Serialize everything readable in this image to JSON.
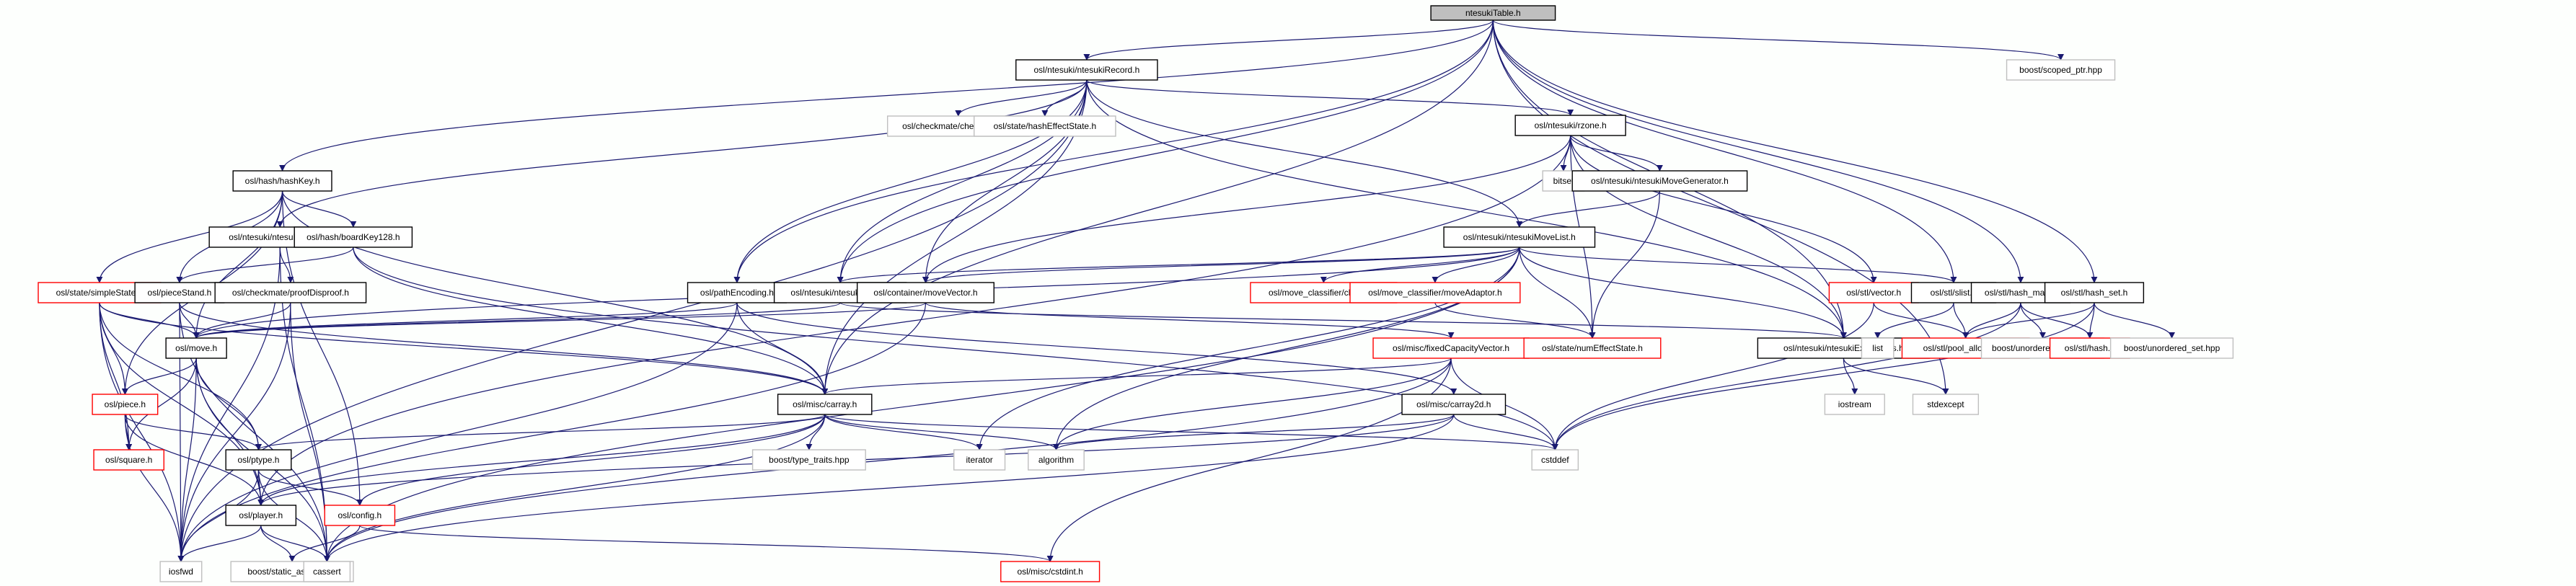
{
  "diagram": {
    "type": "include-dependency-graph",
    "root": "ntesukiTable.h",
    "colors": {
      "edge": "#191970",
      "root_fill": "#bfbfbf",
      "documented_border": "#000000",
      "truncated_border": "#ff0000",
      "external_border": "#bfbfbf",
      "background": "#fdfffd"
    },
    "nodes": [
      {
        "id": "root",
        "label": "ntesukiTable.h",
        "kind": "root"
      },
      {
        "id": "ntesukiRecord",
        "label": "osl/ntesuki/ntesukiRecord.h",
        "kind": "normal"
      },
      {
        "id": "scoped_ptr",
        "label": "boost/scoped_ptr.hpp",
        "kind": "ext"
      },
      {
        "id": "hashKey",
        "label": "osl/hash/hashKey.h",
        "kind": "normal"
      },
      {
        "id": "checkAssert",
        "label": "osl/checkmate/checkAssert.h",
        "kind": "ext"
      },
      {
        "id": "hashEffectState",
        "label": "osl/state/hashEffectState.h",
        "kind": "ext"
      },
      {
        "id": "rzone",
        "label": "osl/ntesuki/rzone.h",
        "kind": "normal"
      },
      {
        "id": "ntesukiResult",
        "label": "osl/ntesuki/ntesukiResult.h",
        "kind": "normal"
      },
      {
        "id": "boardKey128",
        "label": "osl/hash/boardKey128.h",
        "kind": "normal"
      },
      {
        "id": "bitset",
        "label": "bitset",
        "kind": "ext"
      },
      {
        "id": "ntesukiMoveGenerator",
        "label": "osl/ntesuki/ntesukiMoveGenerator.h",
        "kind": "normal"
      },
      {
        "id": "ntesukiMoveList",
        "label": "osl/ntesuki/ntesukiMoveList.h",
        "kind": "normal"
      },
      {
        "id": "simpleState",
        "label": "osl/state/simpleState.h",
        "kind": "red"
      },
      {
        "id": "pieceStand",
        "label": "osl/pieceStand.h",
        "kind": "normal"
      },
      {
        "id": "proofDisproof",
        "label": "osl/checkmate/proofDisproof.h",
        "kind": "normal"
      },
      {
        "id": "pathEncoding",
        "label": "osl/pathEncoding.h",
        "kind": "normal"
      },
      {
        "id": "ntesukiMove",
        "label": "osl/ntesuki/ntesukiMove.h",
        "kind": "normal"
      },
      {
        "id": "moveVector",
        "label": "osl/container/moveVector.h",
        "kind": "normal"
      },
      {
        "id": "check_",
        "label": "osl/move_classifier/check_.h",
        "kind": "red"
      },
      {
        "id": "moveAdaptor",
        "label": "osl/move_classifier/moveAdaptor.h",
        "kind": "red"
      },
      {
        "id": "stlvector",
        "label": "osl/stl/vector.h",
        "kind": "red"
      },
      {
        "id": "slist",
        "label": "osl/stl/slist.h",
        "kind": "normal"
      },
      {
        "id": "hash_map",
        "label": "osl/stl/hash_map.h",
        "kind": "normal"
      },
      {
        "id": "hash_set",
        "label": "osl/stl/hash_set.h",
        "kind": "normal"
      },
      {
        "id": "move",
        "label": "osl/move.h",
        "kind": "normal"
      },
      {
        "id": "fixedCapacityVector",
        "label": "osl/misc/fixedCapacityVector.h",
        "kind": "red"
      },
      {
        "id": "numEffectState",
        "label": "osl/state/numEffectState.h",
        "kind": "red"
      },
      {
        "id": "ntesukiExceptions",
        "label": "osl/ntesuki/ntesukiExceptions.h",
        "kind": "normal"
      },
      {
        "id": "list",
        "label": "list",
        "kind": "ext"
      },
      {
        "id": "pool_allocator",
        "label": "osl/stl/pool_allocator.h",
        "kind": "red"
      },
      {
        "id": "unordered_map",
        "label": "boost/unordered_map.hpp",
        "kind": "ext"
      },
      {
        "id": "stlhash",
        "label": "osl/stl/hash.h",
        "kind": "red"
      },
      {
        "id": "unordered_set",
        "label": "boost/unordered_set.hpp",
        "kind": "ext"
      },
      {
        "id": "piece",
        "label": "osl/piece.h",
        "kind": "red"
      },
      {
        "id": "carray",
        "label": "osl/misc/carray.h",
        "kind": "normal"
      },
      {
        "id": "carray2d",
        "label": "osl/misc/carray2d.h",
        "kind": "normal"
      },
      {
        "id": "iostream",
        "label": "iostream",
        "kind": "ext"
      },
      {
        "id": "stdexcept",
        "label": "stdexcept",
        "kind": "ext"
      },
      {
        "id": "square",
        "label": "osl/square.h",
        "kind": "red"
      },
      {
        "id": "ptype",
        "label": "osl/ptype.h",
        "kind": "normal"
      },
      {
        "id": "type_traits",
        "label": "boost/type_traits.hpp",
        "kind": "ext"
      },
      {
        "id": "iterator",
        "label": "iterator",
        "kind": "ext"
      },
      {
        "id": "algorithm",
        "label": "algorithm",
        "kind": "ext"
      },
      {
        "id": "cstddef",
        "label": "cstddef",
        "kind": "ext"
      },
      {
        "id": "player",
        "label": "osl/player.h",
        "kind": "normal"
      },
      {
        "id": "config",
        "label": "osl/config.h",
        "kind": "red"
      },
      {
        "id": "iosfwd",
        "label": "iosfwd",
        "kind": "ext"
      },
      {
        "id": "static_assert",
        "label": "boost/static_assert.hpp",
        "kind": "ext"
      },
      {
        "id": "cassert",
        "label": "cassert",
        "kind": "ext"
      },
      {
        "id": "cstdint",
        "label": "osl/misc/cstdint.h",
        "kind": "red"
      }
    ],
    "edges": [
      [
        "root",
        "ntesukiRecord"
      ],
      [
        "root",
        "scoped_ptr"
      ],
      [
        "root",
        "hashKey"
      ],
      [
        "root",
        "pathEncoding"
      ],
      [
        "root",
        "ntesukiMove"
      ],
      [
        "root",
        "carray"
      ],
      [
        "root",
        "slist"
      ],
      [
        "root",
        "hash_map"
      ],
      [
        "root",
        "hash_set"
      ],
      [
        "root",
        "ntesukiExceptions"
      ],
      [
        "root",
        "stdexcept"
      ],
      [
        "ntesukiRecord",
        "checkAssert"
      ],
      [
        "ntesukiRecord",
        "hashEffectState"
      ],
      [
        "ntesukiRecord",
        "rzone"
      ],
      [
        "ntesukiRecord",
        "ntesukiResult"
      ],
      [
        "ntesukiRecord",
        "ntesukiMoveList"
      ],
      [
        "ntesukiRecord",
        "pathEncoding"
      ],
      [
        "ntesukiRecord",
        "ntesukiMove"
      ],
      [
        "ntesukiRecord",
        "moveVector"
      ],
      [
        "ntesukiRecord",
        "ntesukiExceptions"
      ],
      [
        "ntesukiRecord",
        "carray"
      ],
      [
        "ntesukiRecord",
        "iosfwd"
      ],
      [
        "hashKey",
        "boardKey128"
      ],
      [
        "hashKey",
        "simpleState"
      ],
      [
        "hashKey",
        "pieceStand"
      ],
      [
        "hashKey",
        "move"
      ],
      [
        "hashKey",
        "carray"
      ],
      [
        "hashKey",
        "piece"
      ],
      [
        "hashKey",
        "config"
      ],
      [
        "rzone",
        "bitset"
      ],
      [
        "rzone",
        "ntesukiMoveGenerator"
      ],
      [
        "rzone",
        "stlvector"
      ],
      [
        "rzone",
        "numEffectState"
      ],
      [
        "rzone",
        "moveVector"
      ],
      [
        "rzone",
        "ntesukiExceptions"
      ],
      [
        "rzone",
        "player"
      ],
      [
        "ntesukiMoveGenerator",
        "ntesukiMoveList"
      ],
      [
        "ntesukiMoveGenerator",
        "numEffectState"
      ],
      [
        "ntesukiResult",
        "proofDisproof"
      ],
      [
        "ntesukiResult",
        "iosfwd"
      ],
      [
        "ntesukiResult",
        "cassert"
      ],
      [
        "boardKey128",
        "pieceStand"
      ],
      [
        "boardKey128",
        "carray"
      ],
      [
        "boardKey128",
        "cstddef"
      ],
      [
        "ntesukiMoveList",
        "ntesukiMove"
      ],
      [
        "ntesukiMoveList",
        "check_"
      ],
      [
        "ntesukiMoveList",
        "moveAdaptor"
      ],
      [
        "ntesukiMoveList",
        "numEffectState"
      ],
      [
        "ntesukiMoveList",
        "moveVector"
      ],
      [
        "ntesukiMoveList",
        "slist"
      ],
      [
        "ntesukiMoveList",
        "ntesukiExceptions"
      ],
      [
        "ntesukiMoveList",
        "iterator"
      ],
      [
        "ntesukiMoveList",
        "algorithm"
      ],
      [
        "ntesukiMoveList",
        "cassert"
      ],
      [
        "ntesukiMoveList",
        "move"
      ],
      [
        "simpleState",
        "move"
      ],
      [
        "simpleState",
        "piece"
      ],
      [
        "simpleState",
        "square"
      ],
      [
        "simpleState",
        "ptype"
      ],
      [
        "simpleState",
        "player"
      ],
      [
        "simpleState",
        "carray"
      ],
      [
        "simpleState",
        "iosfwd"
      ],
      [
        "pieceStand",
        "move"
      ],
      [
        "pieceStand",
        "carray"
      ],
      [
        "pieceStand",
        "iosfwd"
      ],
      [
        "pieceStand",
        "cassert"
      ],
      [
        "proofDisproof",
        "move"
      ],
      [
        "proofDisproof",
        "iosfwd"
      ],
      [
        "proofDisproof",
        "cassert"
      ],
      [
        "pathEncoding",
        "move"
      ],
      [
        "pathEncoding",
        "carray"
      ],
      [
        "pathEncoding",
        "carray2d"
      ],
      [
        "pathEncoding",
        "iosfwd"
      ],
      [
        "ntesukiMove",
        "move"
      ],
      [
        "ntesukiMove",
        "ntesukiExceptions"
      ],
      [
        "moveVector",
        "move"
      ],
      [
        "moveVector",
        "fixedCapacityVector"
      ],
      [
        "moveVector",
        "iosfwd"
      ],
      [
        "moveAdaptor",
        "numEffectState"
      ],
      [
        "stlvector",
        "pool_allocator"
      ],
      [
        "stlvector",
        "cstddef"
      ],
      [
        "slist",
        "list"
      ],
      [
        "slist",
        "pool_allocator"
      ],
      [
        "hash_map",
        "pool_allocator"
      ],
      [
        "hash_map",
        "unordered_map"
      ],
      [
        "hash_map",
        "stlhash"
      ],
      [
        "hash_map",
        "cstddef"
      ],
      [
        "hash_set",
        "pool_allocator"
      ],
      [
        "hash_set",
        "stlhash"
      ],
      [
        "hash_set",
        "unordered_set"
      ],
      [
        "hash_set",
        "cstddef"
      ],
      [
        "ntesukiExceptions",
        "iostream"
      ],
      [
        "ntesukiExceptions",
        "stdexcept"
      ],
      [
        "move",
        "piece"
      ],
      [
        "move",
        "ptype"
      ],
      [
        "move",
        "player"
      ],
      [
        "move",
        "iosfwd"
      ],
      [
        "move",
        "square"
      ],
      [
        "move",
        "cassert"
      ],
      [
        "fixedCapacityVector",
        "carray"
      ],
      [
        "fixedCapacityVector",
        "algorithm"
      ],
      [
        "fixedCapacityVector",
        "cstddef"
      ],
      [
        "fixedCapacityVector",
        "cassert"
      ],
      [
        "fixedCapacityVector",
        "cstdint"
      ],
      [
        "piece",
        "square"
      ],
      [
        "piece",
        "ptype"
      ],
      [
        "piece",
        "player"
      ],
      [
        "piece",
        "iosfwd"
      ],
      [
        "carray",
        "ptype"
      ],
      [
        "carray",
        "player"
      ],
      [
        "carray",
        "config"
      ],
      [
        "carray",
        "type_traits"
      ],
      [
        "carray",
        "iterator"
      ],
      [
        "carray",
        "algorithm"
      ],
      [
        "carray",
        "cstddef"
      ],
      [
        "carray",
        "cassert"
      ],
      [
        "carray2d",
        "algorithm"
      ],
      [
        "carray2d",
        "cstddef"
      ],
      [
        "carray2d",
        "cassert"
      ],
      [
        "carray2d",
        "player"
      ],
      [
        "ptype",
        "player"
      ],
      [
        "ptype",
        "config"
      ],
      [
        "ptype",
        "iosfwd"
      ],
      [
        "ptype",
        "cassert"
      ],
      [
        "player",
        "iosfwd"
      ],
      [
        "player",
        "static_assert"
      ],
      [
        "player",
        "cassert"
      ],
      [
        "config",
        "cstdint"
      ],
      [
        "config",
        "static_assert"
      ]
    ]
  }
}
